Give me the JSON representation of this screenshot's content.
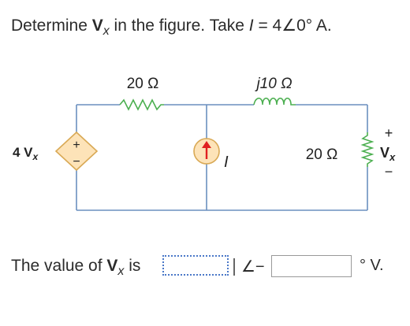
{
  "question": {
    "prefix": "Determine ",
    "var_main": "V",
    "var_sub": "x",
    "middle": " in the figure. Take ",
    "current_var": "I",
    "equals": " = 4∠0° A."
  },
  "circuit": {
    "res1_label": "20 Ω",
    "ind_label": "j10 Ω",
    "res2_label": "20 Ω",
    "dep_source_label": "4 V",
    "dep_source_sub": "x",
    "current_label": "I",
    "vx_label": "V",
    "vx_sub": "x",
    "plus": "+",
    "minus": "−",
    "dep_plus": "+",
    "dep_minus": "−",
    "colors": {
      "wire": "#6b8fbf",
      "source_fill": "#fde3b8",
      "source_stroke": "#d9a955",
      "arrow": "#e02020"
    }
  },
  "answer": {
    "prefix": "The value of ",
    "var_main": "V",
    "var_sub": "x",
    "suffix": " is",
    "angle_symbol": "∠−",
    "unit": "° V.",
    "magnitude_value": "",
    "angle_value": ""
  }
}
